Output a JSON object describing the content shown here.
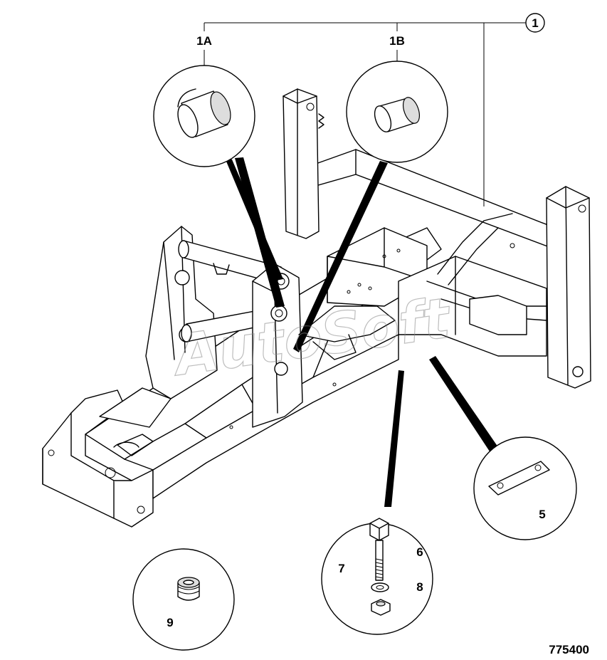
{
  "diagram": {
    "drawing_number": "775400",
    "watermark": "AutoSoft",
    "callouts": {
      "assembly": "1",
      "bush_a": "1A",
      "bush_b": "1B",
      "plate": "5",
      "bolt": "6",
      "washer": "7",
      "nut": "8",
      "plug": "9"
    },
    "parts": [
      {
        "ref": "1",
        "icon": "chassis-frame-icon"
      },
      {
        "ref": "1A",
        "icon": "bush-icon"
      },
      {
        "ref": "1B",
        "icon": "bush-icon"
      },
      {
        "ref": "5",
        "icon": "plate-icon"
      },
      {
        "ref": "6",
        "icon": "bolt-icon"
      },
      {
        "ref": "7",
        "icon": "washer-icon"
      },
      {
        "ref": "8",
        "icon": "nut-icon"
      },
      {
        "ref": "9",
        "icon": "plug-icon"
      }
    ]
  }
}
